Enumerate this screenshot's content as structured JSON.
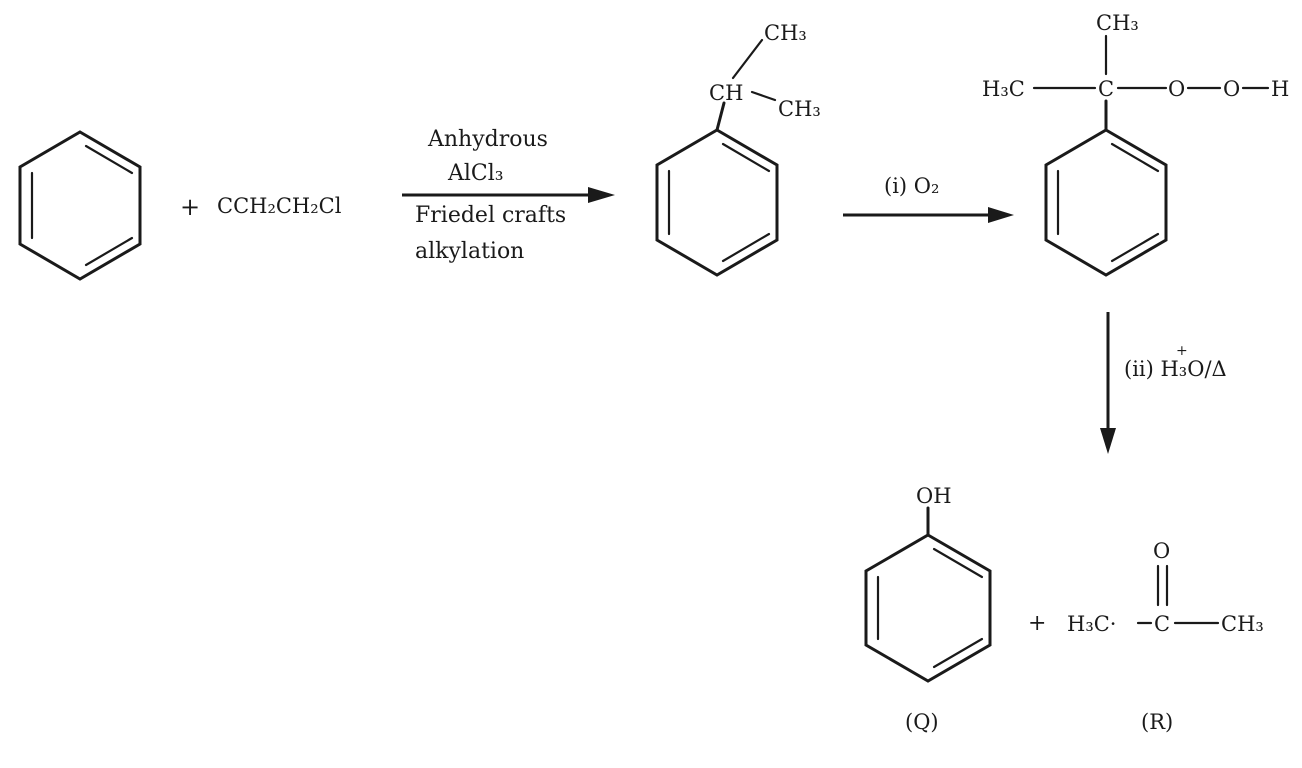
{
  "reactant_reagent": {
    "plus": "+",
    "formula": "CCH₂CH₂Cl"
  },
  "step1": {
    "line1": "Anhydrous",
    "line2": "AlCl₃",
    "line3": "Friedel crafts",
    "line4": "alkylation"
  },
  "cumene": {
    "ch": "CH",
    "ch3_top": "CH₃",
    "ch3_right": "CH₃"
  },
  "step2": {
    "label": "(i) O₂"
  },
  "hydroperoxide": {
    "ch3_top": "CH₃",
    "h3c": "H₃C",
    "c": "C",
    "o1": "O",
    "o2": "O",
    "h": "H"
  },
  "step3": {
    "label": "(ii) H₃O/Δ",
    "plus_sign": "+"
  },
  "phenol": {
    "oh": "OH",
    "tag": "(Q)"
  },
  "products": {
    "plus": "+"
  },
  "acetone": {
    "o": "O",
    "h3c": "H₃C·",
    "c": "C",
    "ch3": "CH₃",
    "tag": "(R)"
  }
}
